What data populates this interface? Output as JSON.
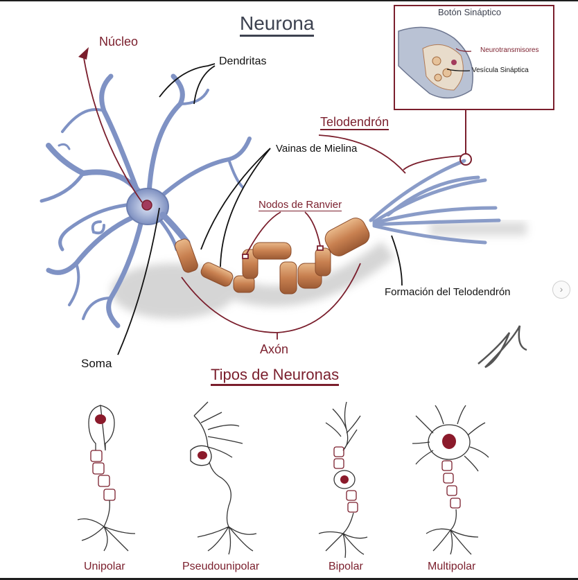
{
  "title": "Neurona",
  "labels": {
    "nucleo": "Núcleo",
    "dendritas": "Dendritas",
    "vainas": "Vainas de Mielina",
    "telodendron": "Telodendrón",
    "nodos": "Nodos de Ranvier",
    "formacion": "Formación del Telodendrón",
    "axon": "Axón",
    "soma": "Soma"
  },
  "inset": {
    "title": "Botón Sináptico",
    "neurotransmisores": "Neurotransmisores",
    "vesicula": "Vesícula Sináptica"
  },
  "types_title": "Tipos de Neuronas",
  "types": [
    {
      "label": "Unipolar"
    },
    {
      "label": "Pseudounipolar"
    },
    {
      "label": "Bipolar"
    },
    {
      "label": "Multipolar"
    }
  ],
  "colors": {
    "accent": "#7a1e2c",
    "neuron_blue": "#8a9cc8",
    "myelin": "#c98a5a",
    "text_dark": "#3d4250"
  }
}
